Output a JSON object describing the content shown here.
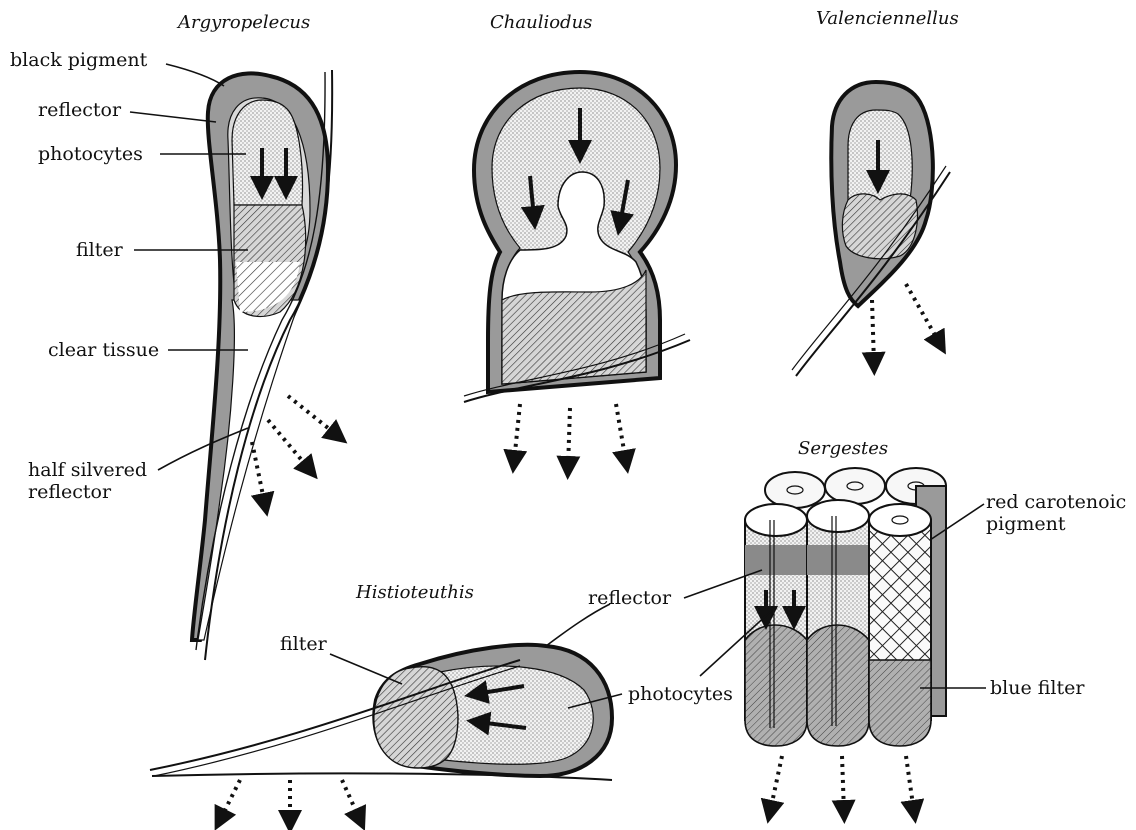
{
  "organisms": {
    "argyropelecus": "Argyropelecus",
    "chauliodus": "Chauliodus",
    "valenciennellus": "Valenciennellus",
    "sergestes": "Sergestes",
    "histioteuthis": "Histioteuthis"
  },
  "labels": {
    "black_pigment": "black pigment",
    "reflector": "reflector",
    "photocytes": "photocytes",
    "filter": "filter",
    "clear_tissue": "clear tissue",
    "half_silvered_1": "half silvered",
    "half_silvered_2": "reflector",
    "red_carotenoid_1": "red carotenoic",
    "red_carotenoid_2": "pigment",
    "blue_filter": "blue filter",
    "h_reflector": "reflector",
    "h_filter": "filter",
    "h_photocytes": "photocytes",
    "s_reflector": "reflector"
  },
  "colors": {
    "ink": "#111111",
    "pigment_gray": "#9a9a9a",
    "photocyte_stipple": "#e2e2e2",
    "filter_hatch": "#777777",
    "background": "#ffffff"
  }
}
